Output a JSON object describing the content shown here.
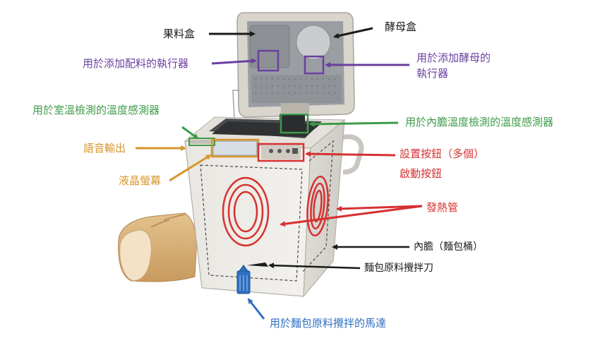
{
  "labels": {
    "fruit_box": "果料盒",
    "yeast_box": "酵母盒",
    "ingredient_actuator": "用於添加配料的執行器",
    "yeast_actuator_line1": "用於添加酵母的",
    "yeast_actuator_line2": "執行器",
    "room_temp_sensor": "用於室溫檢測的溫度感測器",
    "inner_temp_sensor": "用於內膽溫度檢測的溫度感測器",
    "voice_output": "語音輸出",
    "lcd_screen": "液晶螢幕",
    "setting_buttons": "設置按鈕（多個）",
    "start_button": "啟動按鈕",
    "heating_tube": "發熱管",
    "inner_pot": "內膽（麵包桶）",
    "kneading_blade": "麵包原料攪拌刀",
    "mixing_motor": "用於麵包原料攪拌的馬達"
  },
  "colors": {
    "black": "#1a1a1a",
    "purple": "#6a3fa0",
    "green": "#3f9b4a",
    "orange": "#d7962c",
    "red": "#d63131",
    "blue": "#2f6fc0"
  }
}
